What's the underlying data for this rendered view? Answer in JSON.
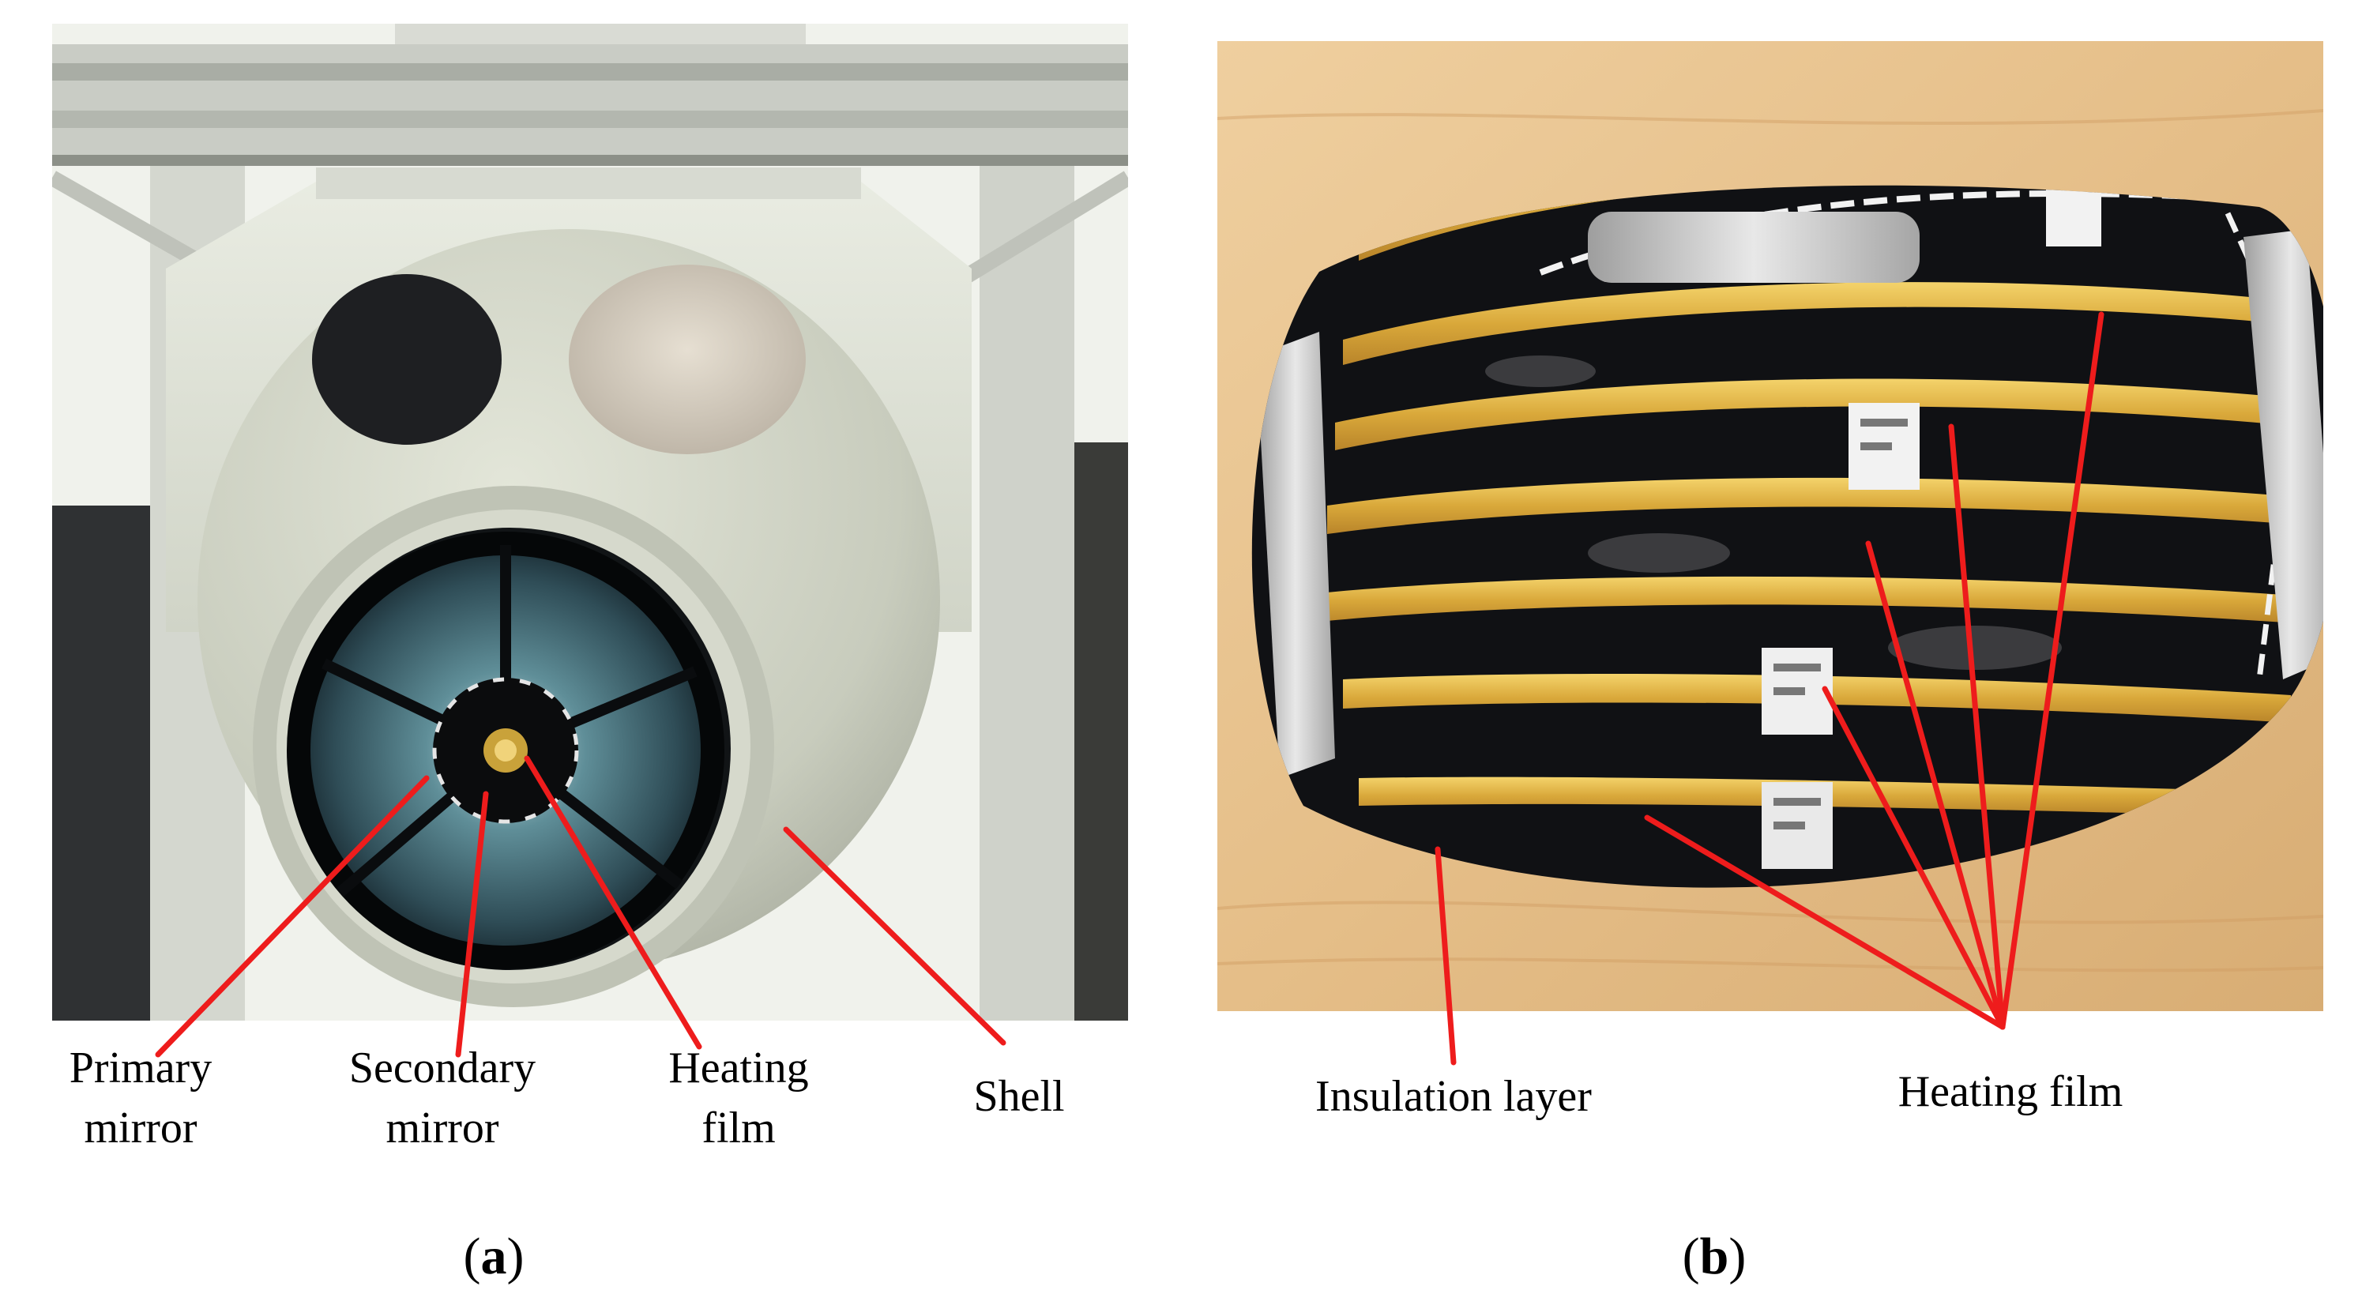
{
  "panel_a": {
    "labels": {
      "primary_line1": "Primary",
      "primary_line2": "mirror",
      "secondary_line1": "Secondary",
      "secondary_line2": "mirror",
      "heating_line1": "Heating",
      "heating_line2": "film",
      "shell": "Shell"
    },
    "caption": {
      "open": "(",
      "letter": "a",
      "close": ")"
    }
  },
  "panel_b": {
    "labels": {
      "insulation": "Insulation layer",
      "heating": "Heating film"
    },
    "caption": {
      "open": "(",
      "letter": "b",
      "close": ")"
    }
  },
  "colors": {
    "leader_line": "#ee1c1c",
    "background": "#ffffff"
  }
}
